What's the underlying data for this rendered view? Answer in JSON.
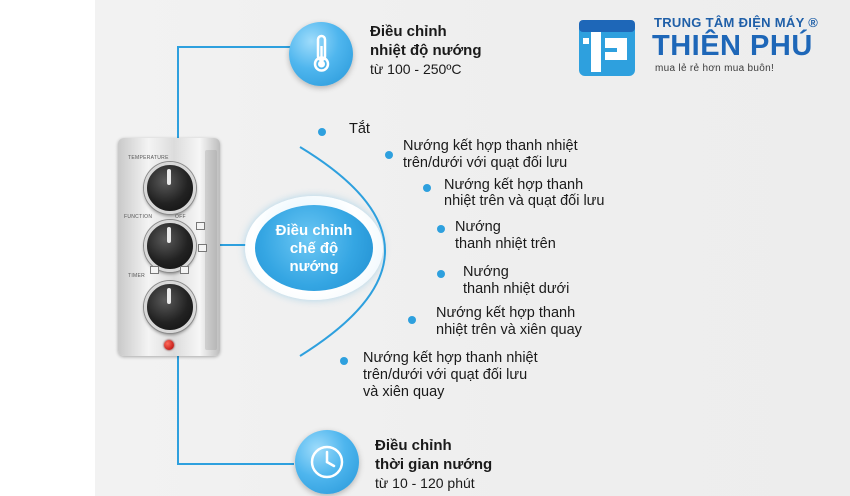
{
  "temperature": {
    "title_line1": "Điều chỉnh",
    "title_line2": "nhiệt độ nướng",
    "range": "từ 100 - 250ºC",
    "icon": "thermometer-icon"
  },
  "timer": {
    "title_line1": "Điều chỉnh",
    "title_line2": "thời gian nướng",
    "range": "từ 10 - 120 phút",
    "icon": "clock-icon"
  },
  "center": {
    "line1": "Điều chỉnh",
    "line2": "chế độ",
    "line3": "nướng"
  },
  "modes": [
    {
      "line1": "Tắt",
      "line2": "",
      "line3": ""
    },
    {
      "line1": "Nướng kết hợp thanh nhiệt",
      "line2": "trên/dưới với quạt đối lưu",
      "line3": ""
    },
    {
      "line1": "Nướng kết hợp thanh",
      "line2": "nhiệt trên và quạt đối lưu",
      "line3": ""
    },
    {
      "line1": "Nướng",
      "line2": "thanh nhiệt trên",
      "line3": ""
    },
    {
      "line1": "Nướng",
      "line2": "thanh nhiệt dưới",
      "line3": ""
    },
    {
      "line1": "Nướng kết hợp thanh",
      "line2": "nhiệt trên và xiên quay",
      "line3": ""
    },
    {
      "line1": "Nướng kết hợp thanh nhiệt",
      "line2": "trên/dưới với quạt đối lưu",
      "line3": "và xiên quay"
    }
  ],
  "panel": {
    "label_temperature": "TEMPERATURE",
    "label_function": "FUNCTION",
    "label_timer": "TIMER",
    "label_off": "OFF"
  },
  "logo": {
    "line1": "TRUNG TÂM ĐIỆN MÁY ®",
    "line2": "THIÊN PHÚ",
    "line3": "mua lẻ rẻ hơn mua buôn!",
    "brand_blue": "#1e67b8",
    "brand_accent": "#2ea0de"
  },
  "colors": {
    "accent": "#2ea0de",
    "text": "#1a1a1a",
    "background": "#eeeeee"
  }
}
